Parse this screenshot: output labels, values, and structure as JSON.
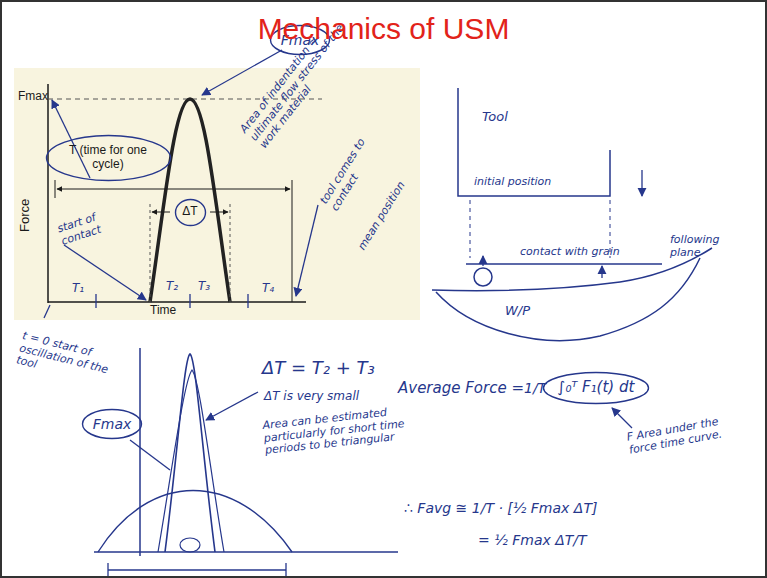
{
  "diagram": {
    "title": "Mechanics of USM",
    "nodes": [
      {
        "text": [
          "Fmax"
        ]
      },
      {
        "text": [
          "T (time for one cycle)"
        ]
      },
      {
        "text": [
          "ΔT"
        ]
      },
      {
        "text": [
          "Fmax"
        ]
      },
      {
        "text": [
          "∫₀ᵀ F₁(t) dt"
        ]
      }
    ],
    "labels": [
      "Area of indentation ≈ ultimate flow stress of the work material",
      "Fmax",
      "Force",
      "Time",
      "T₁",
      "T₂",
      "T₃",
      "T₄",
      "start of contact",
      "tool comes to contact",
      "mean position",
      "t = 0 start of oscillation of the tool",
      "Tool",
      "initial position",
      "contact with grain",
      "following plane",
      "W/P",
      "ΔT = T₂ + T₃",
      "ΔT is very small",
      "Area can be estimated particularly for short time periods to be triangular",
      "Average Force =",
      "1/T",
      "F Area under the force time curve.",
      "∴ Favg ≅ 1/T · [½ Fmax ΔT]",
      "= ½ Fmax ΔT/T"
    ]
  }
}
